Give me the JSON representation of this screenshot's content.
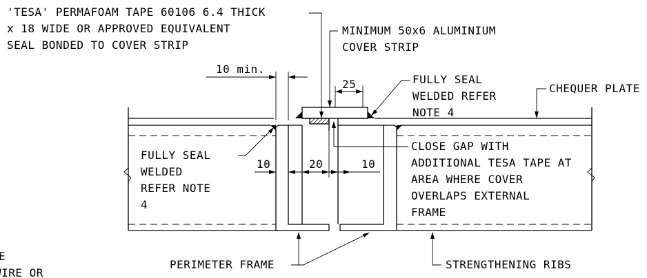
{
  "notes": {
    "tesa_tape_line1": "'TESA' PERMAFOAM TAPE 60106 6.4 THICK",
    "tesa_tape_line2": "x 18 WIDE OR APPROVED EQUIVALENT",
    "tesa_tape_line3": "SEAL BONDED TO COVER STRIP",
    "cover_strip_line1": "MINIMUM 50x6 ALUMINIUM",
    "cover_strip_line2": "COVER STRIP",
    "fully_seal_top_line1": "FULLY SEAL",
    "fully_seal_top_line2": "WELDED REFER",
    "fully_seal_top_line3": "NOTE 4",
    "chequer_plate": "CHEQUER PLATE",
    "fully_seal_left_line1": "FULLY SEAL",
    "fully_seal_left_line2": "WELDED",
    "fully_seal_left_line3": "REFER NOTE",
    "fully_seal_left_line4": "4",
    "close_gap_line1": "CLOSE GAP WITH",
    "close_gap_line2": "ADDITIONAL TESA TAPE AT",
    "close_gap_line3": "AREA WHERE COVER",
    "close_gap_line4": "OVERLAPS EXTERNAL",
    "close_gap_line5": "FRAME",
    "perimeter_frame": "PERIMETER FRAME",
    "strengthening_ribs": "STRENGTHENING RIBS",
    "cutoff_line1": "E",
    "cutoff_line2": "WIRE OR"
  },
  "dimensions": {
    "ten_min": "10 min.",
    "twenty_five": "25",
    "ten_left": "10",
    "twenty": "20",
    "ten_right": "10"
  }
}
